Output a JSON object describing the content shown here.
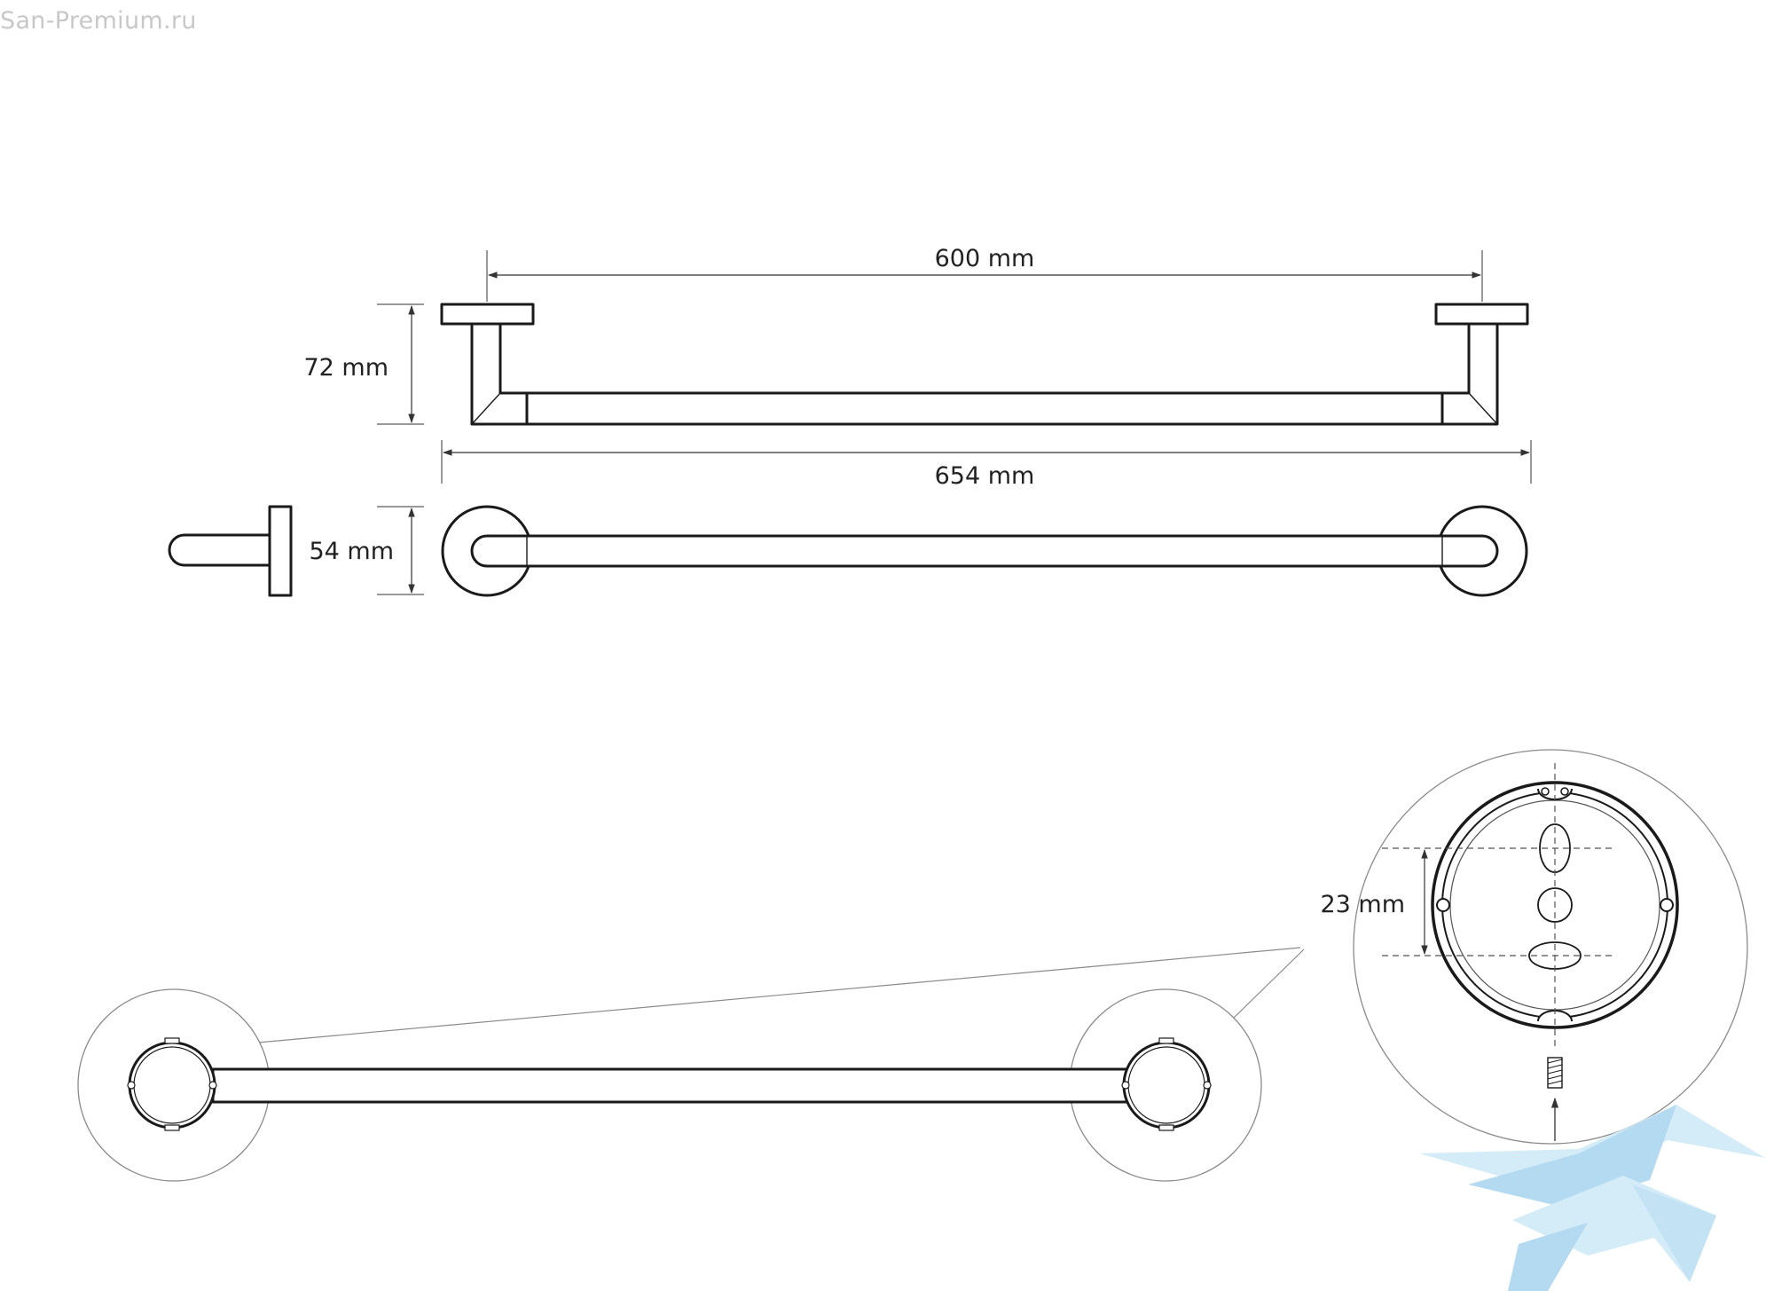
{
  "watermark": {
    "text": "San-Premium.ru"
  },
  "dimensions": {
    "bar_length": "600 mm",
    "total_width": "654 mm",
    "height": "72 mm",
    "depth": "54 mm",
    "hole_spacing": "23 mm"
  },
  "colors": {
    "line": "#1a1a1a",
    "watermark_text": "#c8c8c8",
    "logo": "#a6d4ef"
  },
  "icons": {
    "arrow": "arrow-up-icon",
    "screw": "screw-icon",
    "logo": "bird-logo-icon"
  }
}
